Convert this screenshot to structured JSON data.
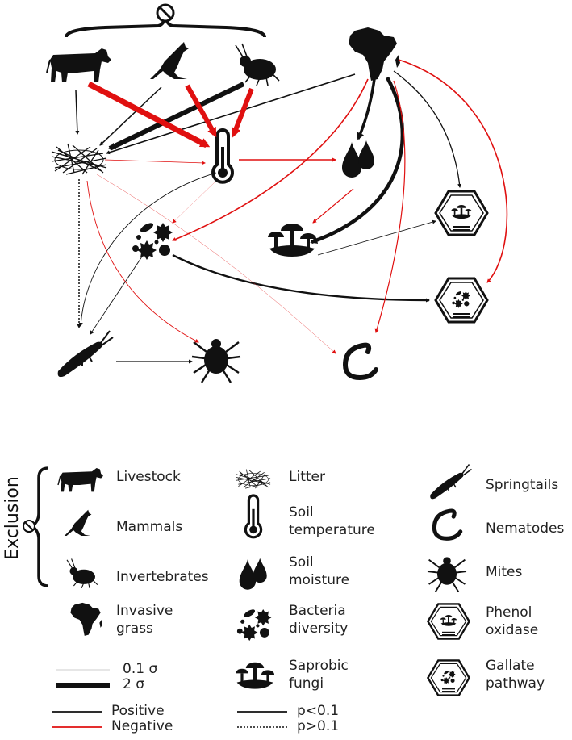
{
  "exclusion_label": "Exclusion",
  "legend": {
    "livestock": "Livestock",
    "mammals": "Mammals",
    "invertebrates": "Invertebrates",
    "invasive_grass_1": "Invasive",
    "invasive_grass_2": "grass",
    "litter": "Litter",
    "soil_temp_1": "Soil",
    "soil_temp_2": "temperature",
    "soil_moist_1": "Soil",
    "soil_moist_2": "moisture",
    "bacteria_1": "Bacteria",
    "bacteria_2": "diversity",
    "fungi_1": "Saprobic",
    "fungi_2": "fungi",
    "springtails": "Springtails",
    "nematodes": "Nematodes",
    "mites": "Mites",
    "phenol_1": "Phenol",
    "phenol_2": "oxidase",
    "gallate_1": "Gallate",
    "gallate_2": "pathway",
    "weight_min": "0.1 σ",
    "weight_max": "2 σ",
    "positive": "Positive",
    "negative": "Negative",
    "p_sig": "p<0.1",
    "p_nonsig": "p>0.1"
  },
  "colors": {
    "positive": "#111111",
    "negative": "#e01010"
  }
}
